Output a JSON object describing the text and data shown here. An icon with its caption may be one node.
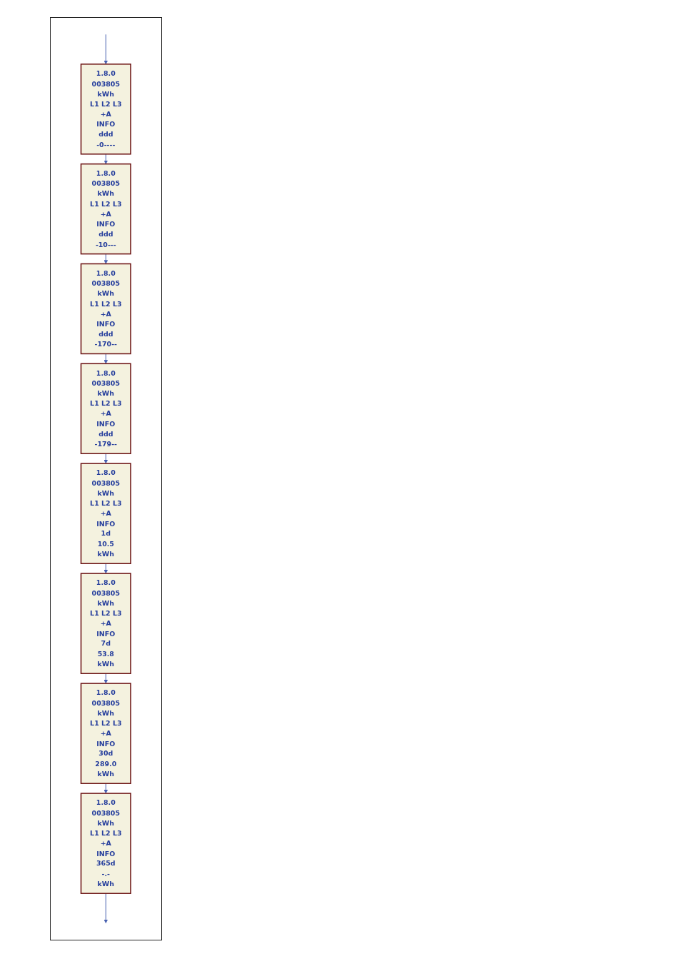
{
  "diagram": {
    "nodes": [
      {
        "text": [
          "1.8.0",
          "003805",
          "kWh",
          "L1 L2 L3",
          "+A",
          "INFO",
          "ddd",
          "-0----"
        ]
      },
      {
        "text": [
          "1.8.0",
          "003805",
          "kWh",
          "L1 L2 L3",
          "+A",
          "INFO",
          "ddd",
          "-10---"
        ]
      },
      {
        "text": [
          "1.8.0",
          "003805",
          "kWh",
          "L1 L2 L3",
          "+A",
          "INFO",
          "ddd",
          "-170--"
        ]
      },
      {
        "text": [
          "1.8.0",
          "003805",
          "kWh",
          "L1 L2 L3",
          "+A",
          "INFO",
          "ddd",
          "-179--"
        ]
      },
      {
        "text": [
          "1.8.0",
          "003805",
          "kWh",
          "L1 L2 L3",
          "+A",
          "INFO",
          "1d",
          "10.5",
          "kWh"
        ]
      },
      {
        "text": [
          "1.8.0",
          "003805",
          "kWh",
          "L1 L2 L3",
          "+A",
          "INFO",
          "7d",
          "53.8",
          "kWh"
        ]
      },
      {
        "text": [
          "1.8.0",
          "003805",
          "kWh",
          "L1 L2 L3",
          "+A",
          "INFO",
          "30d",
          "289.0",
          "kWh"
        ]
      },
      {
        "text": [
          "1.8.0",
          "003805",
          "kWh",
          "L1 L2 L3",
          "+A",
          "INFO",
          "365d",
          "-.-",
          "kWh"
        ]
      }
    ],
    "edges": [
      {
        "from": null,
        "to": 0,
        "arrow": "to"
      },
      {
        "from": 0,
        "to": 1,
        "arrow": "to"
      },
      {
        "from": 1,
        "to": 2,
        "arrow": "to"
      },
      {
        "from": 2,
        "to": 3,
        "arrow": "to"
      },
      {
        "from": 3,
        "to": 4,
        "arrow": "to"
      },
      {
        "from": 4,
        "to": 5,
        "arrow": "to"
      },
      {
        "from": 5,
        "to": 6,
        "arrow": "to"
      },
      {
        "from": 6,
        "to": 7,
        "arrow": "to"
      },
      {
        "from": 7,
        "to": null,
        "arrow": "to"
      }
    ]
  }
}
